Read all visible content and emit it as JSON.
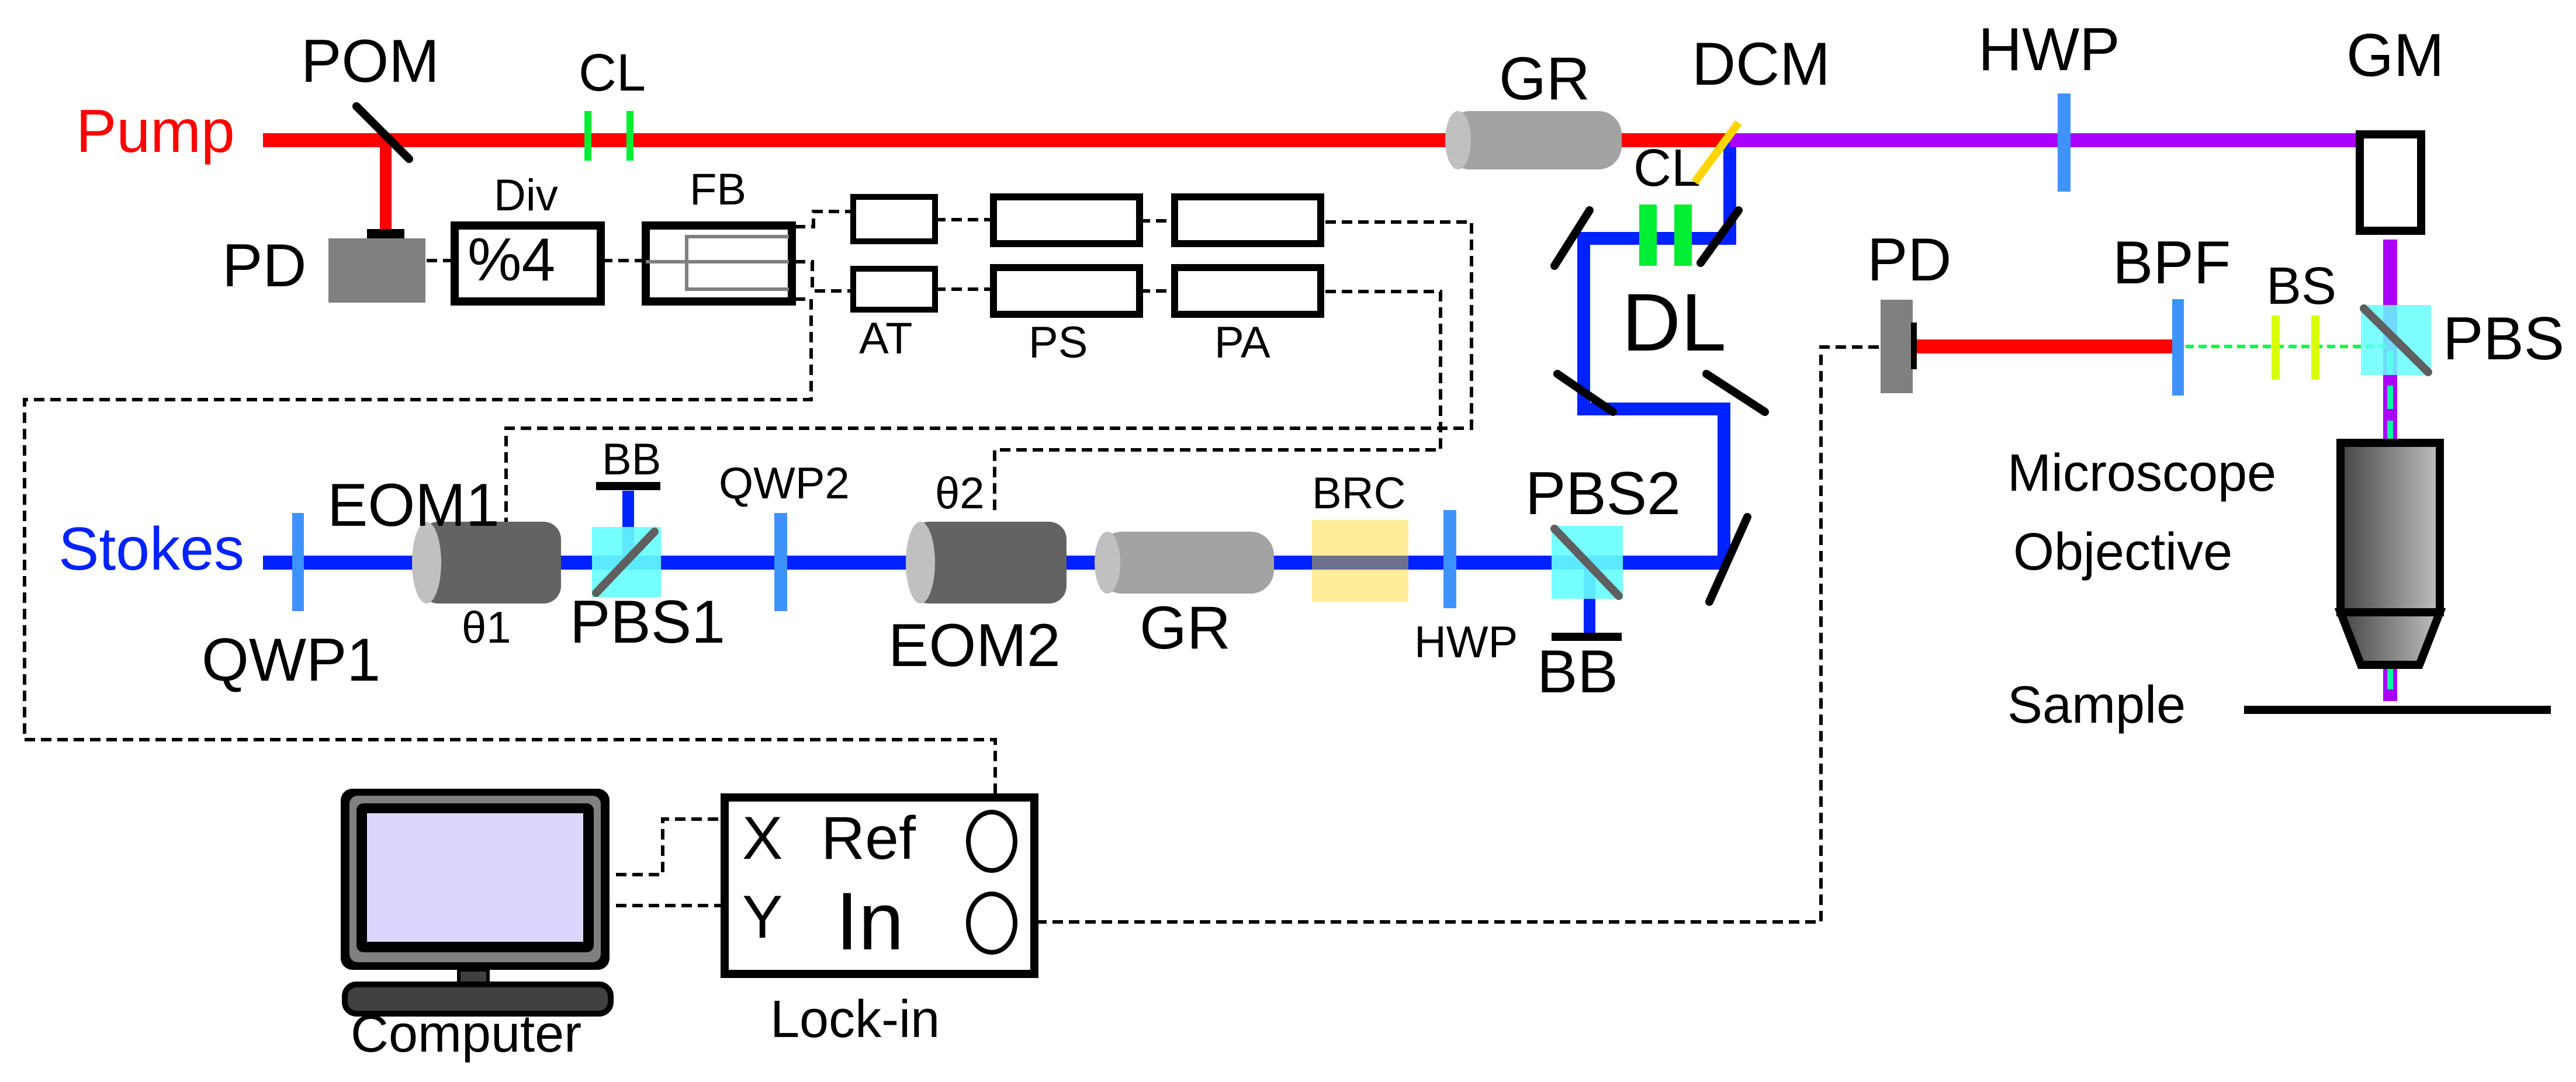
{
  "diagram": {
    "title": "Pump-probe stimulated Raman microscopy optical setup",
    "colors": {
      "pump": "#ff0000",
      "stokes": "#0022ff",
      "combined": "#aa00ff",
      "signal": "#00ff44",
      "waveplate": "#3d93fb",
      "pbs_cube": "#66ffff",
      "cylinder_lens": "#00ee33",
      "dichroic": "#ffd500",
      "bandpass_split": "#d8ff00",
      "brc": "#ffec94",
      "screen": "#dcd6fe"
    },
    "beams": {
      "pump_label": "Pump",
      "stokes_label": "Stokes"
    },
    "components": {
      "pom": "POM",
      "cl_top": "CL",
      "pd_left": "PD",
      "div_label": "Div",
      "div_value": "%4",
      "fb": "FB",
      "at": "AT",
      "ps": "PS",
      "pa": "PA",
      "gr_top": "GR",
      "dcm": "DCM",
      "cl_dl": "CL",
      "dl": "DL",
      "hwp_top": "HWP",
      "gm": "GM",
      "pd_right": "PD",
      "bpf": "BPF",
      "bs": "BS",
      "pbs": "PBS",
      "microscope_line1": "Microscope",
      "microscope_line2": "Objective",
      "sample": "Sample",
      "eom1": "EOM1",
      "theta1": "θ1",
      "bb_top": "BB",
      "pbs1": "PBS1",
      "qwp1": "QWP1",
      "qwp2": "QWP2",
      "theta2": "θ2",
      "eom2": "EOM2",
      "gr_bottom": "GR",
      "brc": "BRC",
      "hwp_bottom": "HWP",
      "pbs2": "PBS2",
      "bb_bottom": "BB"
    },
    "lockin": {
      "label": "Lock-in",
      "x": "X",
      "y": "Y",
      "ref": "Ref",
      "in": "In"
    },
    "computer": {
      "label": "Computer"
    }
  }
}
